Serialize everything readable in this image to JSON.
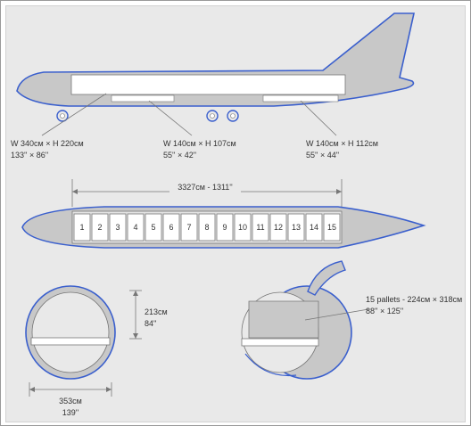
{
  "side_view": {
    "labels": [
      {
        "size": "W 340см × H 220см",
        "inches": "133'' × 86''"
      },
      {
        "size": "W 140см × H 107см",
        "inches": "55'' × 42''"
      },
      {
        "size": "W 140см × H 112см",
        "inches": "55'' × 44''"
      }
    ]
  },
  "top_view": {
    "length_label": "3327см - 1311''",
    "pallets": [
      "1",
      "2",
      "3",
      "4",
      "5",
      "6",
      "7",
      "8",
      "9",
      "10",
      "11",
      "12",
      "13",
      "14",
      "15"
    ]
  },
  "cross_section": {
    "height_cm": "213см",
    "height_in": "84''",
    "width_cm": "353см",
    "width_in": "139''"
  },
  "nose_view": {
    "pallet_label": "15 pallets - 224см × 318см",
    "pallet_label_in": "88'' × 125''"
  },
  "colors": {
    "outline": "#3a5fcd",
    "fill": "#c8c8c8",
    "line": "#777777"
  }
}
